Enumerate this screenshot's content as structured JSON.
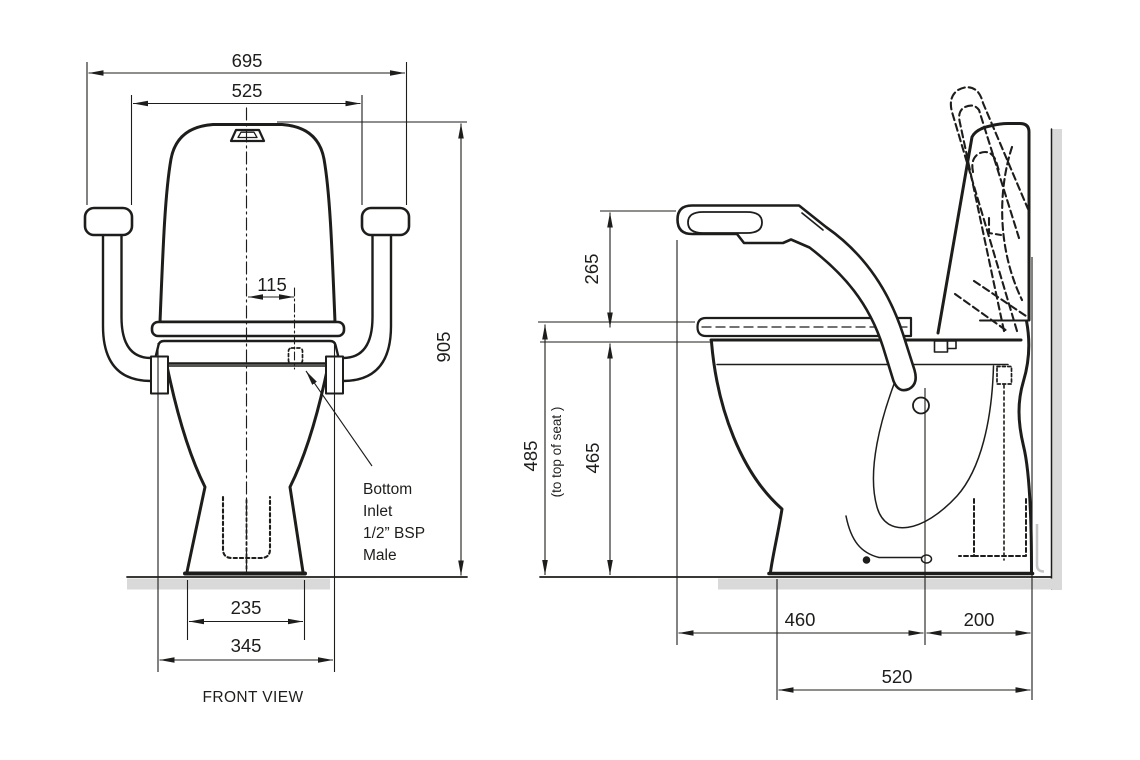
{
  "front_view": {
    "caption": "FRONT VIEW",
    "dims": {
      "overall_width": "695",
      "between_armrests": "525",
      "inlet_offset": "115",
      "overall_height": "905",
      "outlet_base_width": "235",
      "base_width": "345"
    },
    "inlet_note": {
      "line1": "Bottom",
      "line2": "Inlet",
      "line3": "1/2” BSP",
      "line4": "Male"
    }
  },
  "side_view": {
    "dims": {
      "armrest_above_seat": "265",
      "floor_to_seat_top": "485",
      "floor_to_seat_note": "(to top of seat )",
      "floor_to_pan_rim": "465",
      "front_to_hinge": "460",
      "hinge_to_wall": "200",
      "base_to_wall": "520"
    }
  },
  "colors": {
    "line": "#1d1d1b",
    "shadow": "#d9d9d9",
    "shadow_light": "#c6c6c6",
    "background": "#ffffff"
  }
}
